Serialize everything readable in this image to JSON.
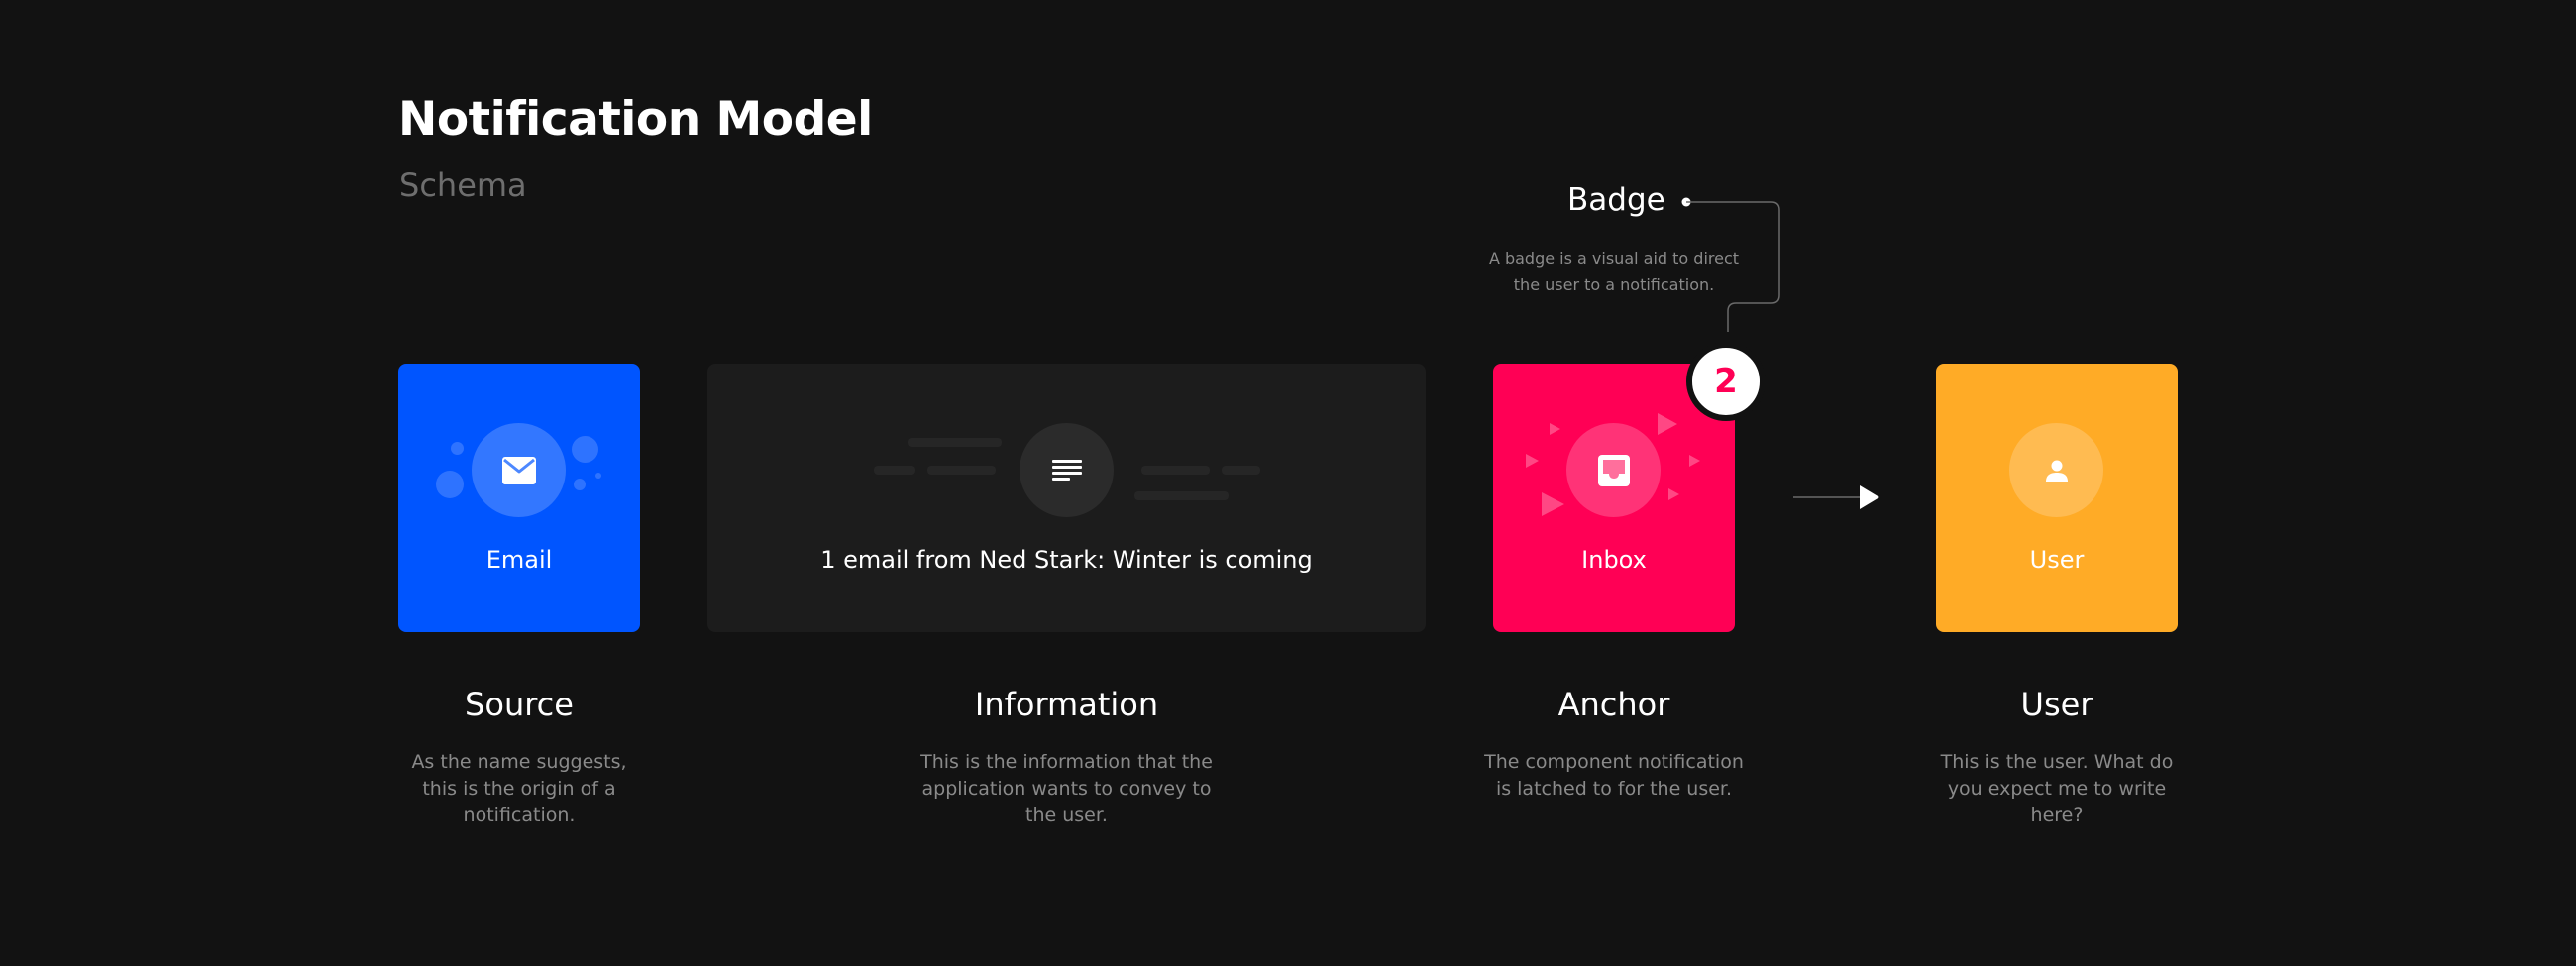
{
  "header": {
    "title": "Notification Model",
    "subtitle": "Schema"
  },
  "cards": {
    "email": {
      "label": "Email",
      "icon": "mail-icon",
      "color": "#0055ff"
    },
    "information": {
      "label": "1 email from Ned Stark: Winter is coming",
      "icon": "text-lines-icon",
      "color": "#1c1c1c"
    },
    "inbox": {
      "label": "Inbox",
      "icon": "inbox-icon",
      "color": "#ff0055"
    },
    "user": {
      "label": "User",
      "icon": "person-icon",
      "color": "#ffab26"
    }
  },
  "badge": {
    "count": "2",
    "title": "Badge",
    "description": "A badge is a visual aid to direct the user to a notification."
  },
  "columns": {
    "source": {
      "title": "Source",
      "description": "As the name suggests, this is the origin of a notification."
    },
    "information": {
      "title": "Information",
      "description": "This is the information that the application wants to convey to the user."
    },
    "anchor": {
      "title": "Anchor",
      "description": "The component notification is latched to for the user."
    },
    "user": {
      "title": "User",
      "description": "This is the user. What do you expect me to write here?"
    }
  },
  "colors": {
    "background": "#121212",
    "muted_text": "#8a8a8a",
    "badge_number": "#ff0055"
  }
}
